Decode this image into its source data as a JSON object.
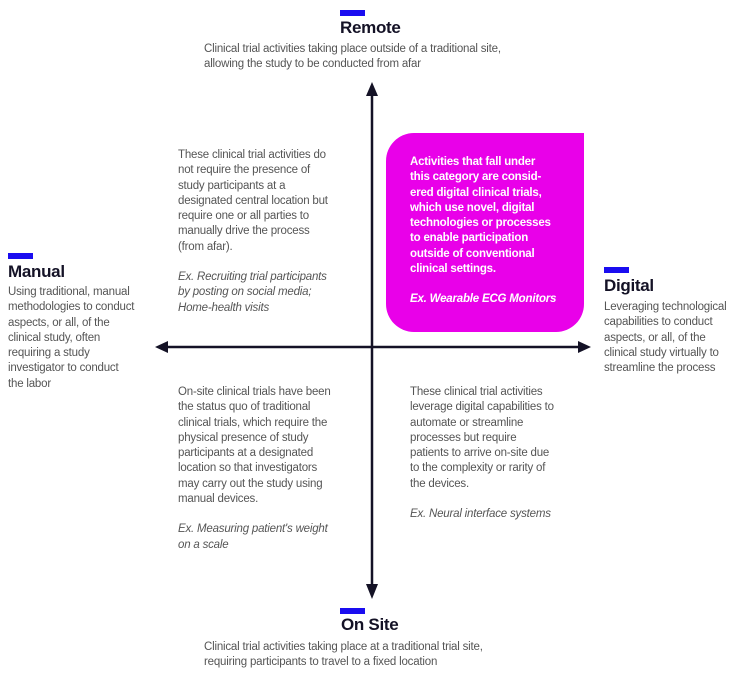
{
  "accent_color": "#1a0df0",
  "highlight_color": "#e900e9",
  "axes": {
    "top": {
      "title": "Remote",
      "desc": [
        "Clinical trial activities taking place outside of a traditional site,",
        "allowing the study to be conducted from afar"
      ]
    },
    "bottom": {
      "title": "On Site",
      "desc": [
        "Clinical trial activities taking place at a traditional trial site,",
        "requiring participants to travel to a fixed location"
      ]
    },
    "left": {
      "title": "Manual",
      "desc": [
        "Using traditional, manual",
        "methodologies to conduct",
        "aspects, or all, of the",
        "clinical study, often",
        "requiring a study",
        "investigator to conduct",
        "the labor"
      ]
    },
    "right": {
      "title": "Digital",
      "desc": [
        "Leveraging technological",
        "capabilities to conduct",
        "aspects, or all, of the",
        "clinical study virtually to",
        "streamline the process"
      ]
    }
  },
  "quadrants": {
    "top_left": {
      "desc": [
        "These clinical trial activities do",
        "not require the presence of",
        "study participants at a",
        "designated central location but",
        "require one or all parties to",
        "manually drive the process",
        "(from afar)."
      ],
      "example": [
        "Ex. Recruiting trial participants",
        "by posting on social media;",
        "Home-health visits"
      ]
    },
    "top_right": {
      "desc": [
        "Activities that fall under",
        "this category are consid-",
        "ered digital clinical trials,",
        "which use novel, digital",
        "technologies or processes",
        "to enable participation",
        "outside of conventional",
        "clinical settings."
      ],
      "example": [
        "Ex. Wearable ECG Monitors"
      ]
    },
    "bottom_left": {
      "desc": [
        "On-site clinical trials have been",
        "the status quo of traditional",
        "clinical trials, which require the",
        "physical presence of study",
        "participants at a designated",
        "location so that investigators",
        "may carry out the study using",
        "manual devices."
      ],
      "example": [
        "Ex. Measuring patient's weight",
        "on a scale"
      ]
    },
    "bottom_right": {
      "desc": [
        "These clinical trial activities",
        "leverage digital capabilities to",
        "automate or streamline",
        "processes but require",
        "patients to arrive on-site due",
        "to the complexity or rarity of",
        "the devices."
      ],
      "example": [
        "Ex. Neural interface systems"
      ]
    }
  }
}
